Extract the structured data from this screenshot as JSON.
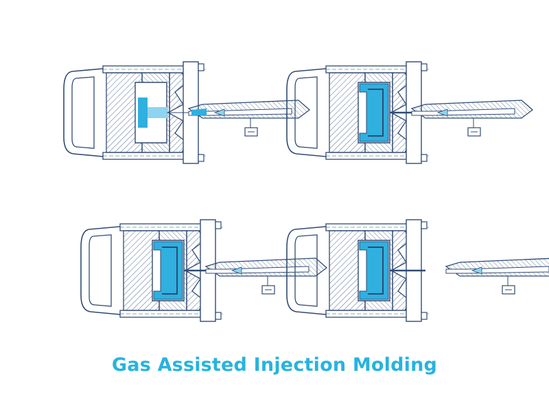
{
  "caption": "Gas Assisted Injection Molding",
  "colors": {
    "line": "#2f4a73",
    "plastic": "#2fb0df",
    "plastic_light": "#8fd4ef",
    "caption": "#27b3e0"
  },
  "stages": [
    {
      "fill": "initial-injection"
    },
    {
      "fill": "gas-injected"
    },
    {
      "fill": "gas-pressure-held"
    },
    {
      "fill": "nozzle-retracted"
    }
  ]
}
